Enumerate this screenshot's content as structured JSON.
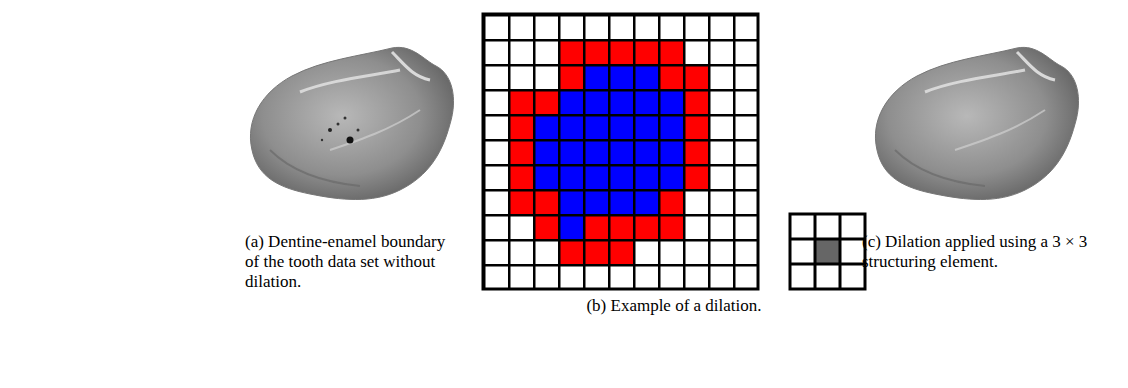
{
  "diagram": {
    "labels": [
      "(a) Dentine-enamel boundary of the tooth data set without dilation.",
      "(b) Example of a dilation.",
      "(c) Dilation applied using a 3 × 3 structuring element."
    ]
  }
}
